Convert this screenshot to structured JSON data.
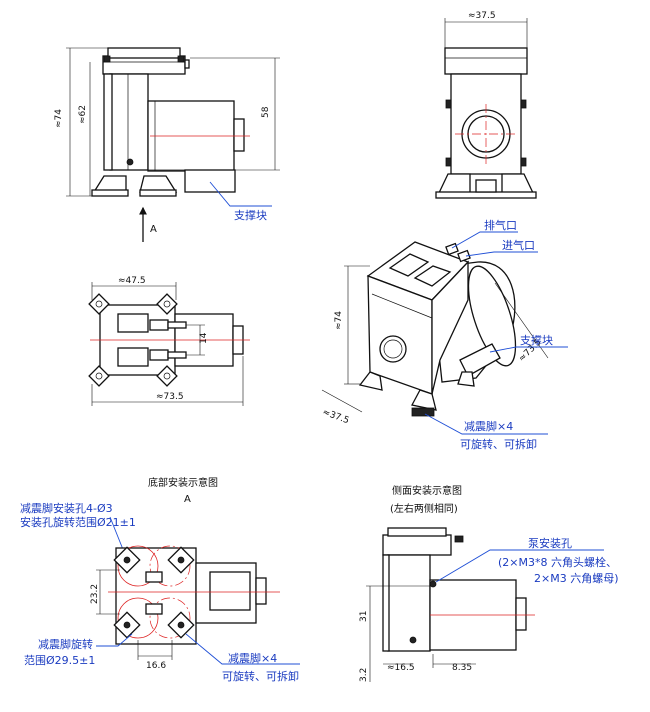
{
  "views": {
    "front": {
      "dim_top": "≈74",
      "dim_62": "≈62",
      "dim_58": "58",
      "arrow_label": "A",
      "callout": "支撑块"
    },
    "side": {
      "dim_width": "≈37.5"
    },
    "top": {
      "dim_width": "≈47.5",
      "dim_14": "14",
      "dim_length": "≈73.5"
    },
    "iso": {
      "exhaust": "排气口",
      "intake": "进气口",
      "support": "支撑块",
      "dim_height": "≈74",
      "dim_length": "≈73.5",
      "dim_width": "≈37.5",
      "foot": "减震脚×4",
      "foot_note": "可旋转、可拆卸"
    },
    "bottom_install": {
      "title": "底部安装示意图",
      "title_sub": "A",
      "hole_label": "减震脚安装孔4-Ø3",
      "range_label": "安装孔旋转范围Ø21±1",
      "rotate_label": "减震脚旋转",
      "rotate_range": "范围Ø29.5±1",
      "dim_232": "23.2",
      "dim_166": "16.6",
      "foot": "减震脚×4",
      "foot_note": "可旋转、可拆卸"
    },
    "side_install": {
      "title": "侧面安装示意图",
      "subtitle": "(左右两侧相同)",
      "pump_hole": "泵安装孔",
      "bolt": "(2×M3*8  六角头螺栓、",
      "nut": "2×M3  六角螺母)",
      "dim_31": "31",
      "dim_32": "3.2",
      "dim_165": "≈16.5",
      "dim_835": "8.35"
    }
  }
}
